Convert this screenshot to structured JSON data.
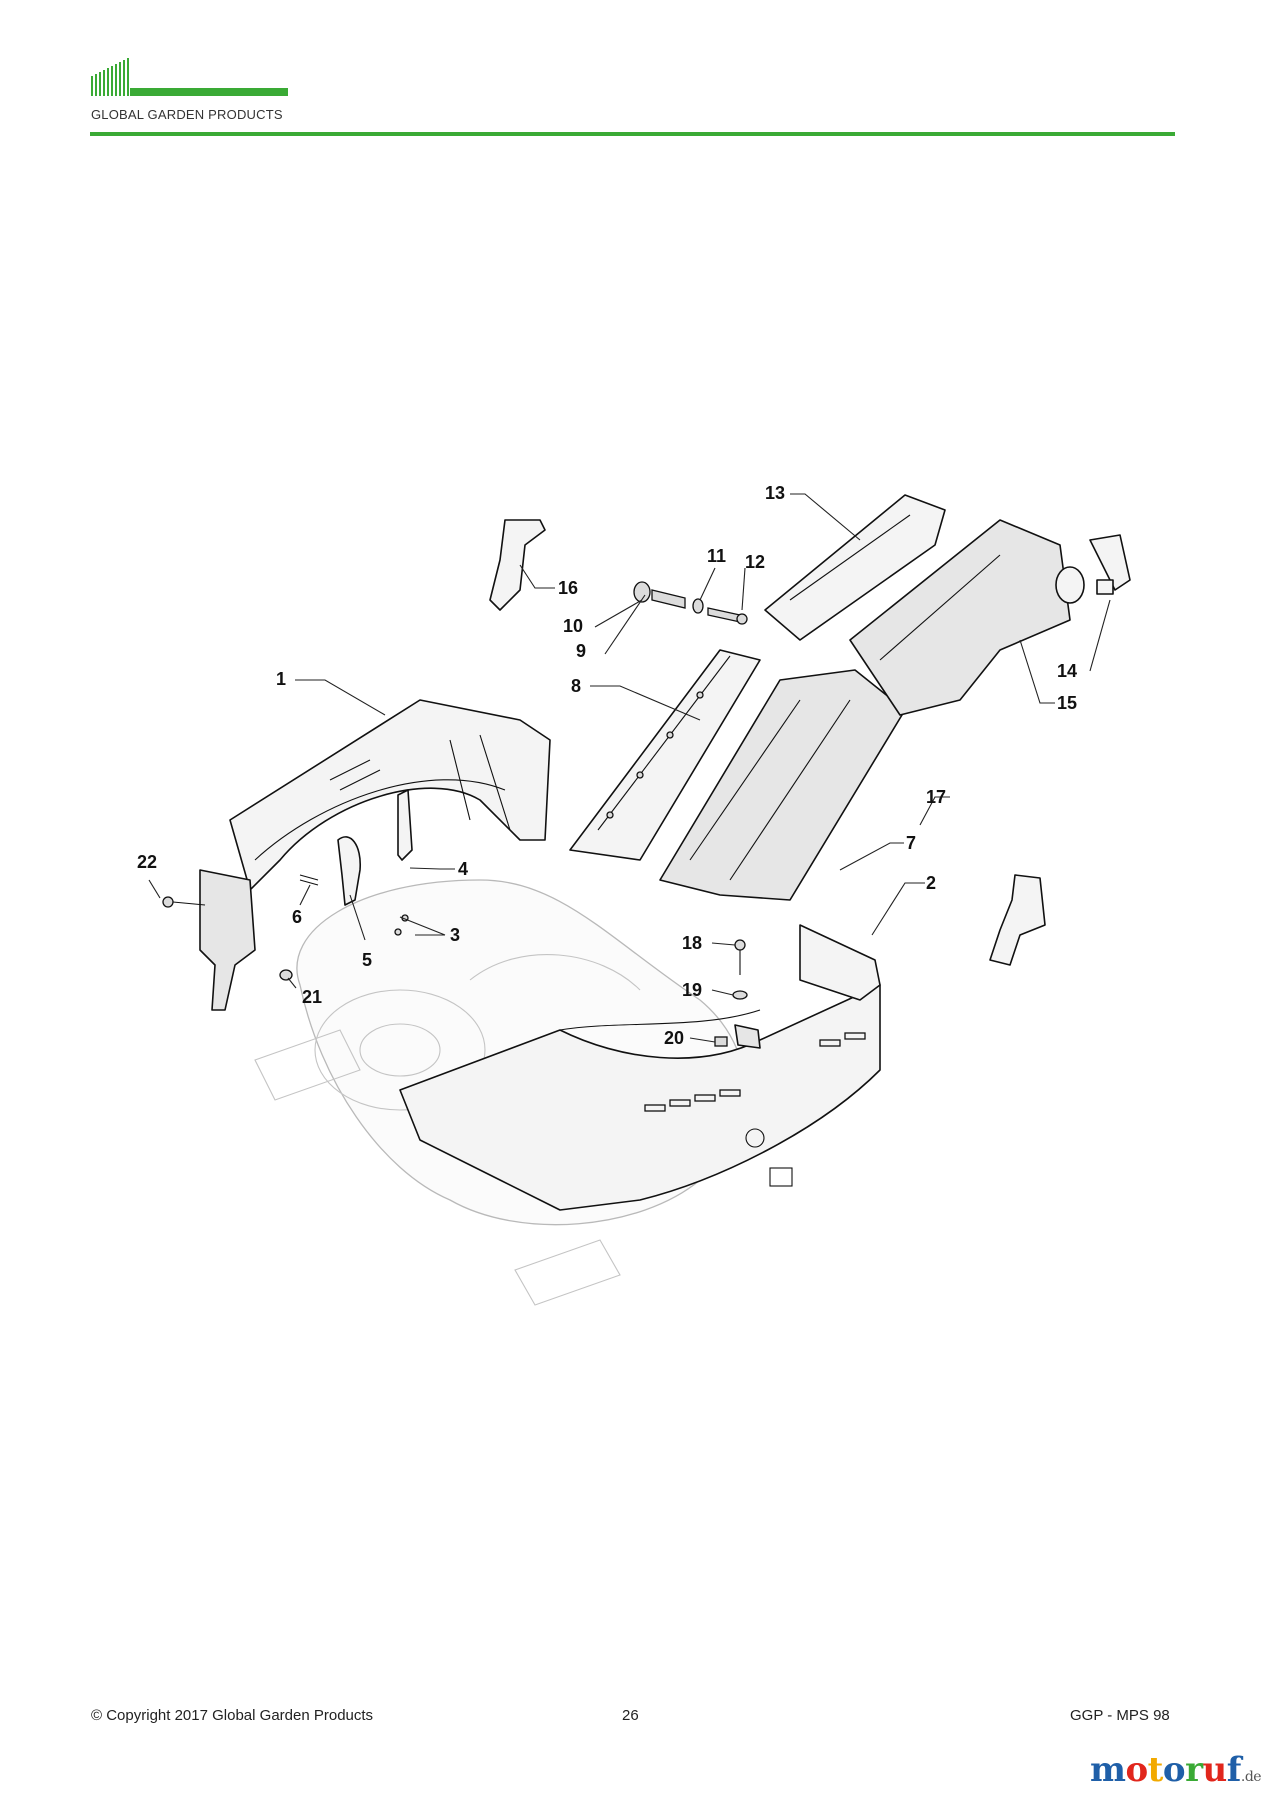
{
  "header": {
    "brand": "GLOBAL GARDEN PRODUCTS",
    "brand_color": "#3aaa35"
  },
  "diagram": {
    "callouts": [
      "1",
      "2",
      "3",
      "4",
      "5",
      "6",
      "7",
      "8",
      "9",
      "10",
      "11",
      "12",
      "13",
      "14",
      "15",
      "16",
      "17",
      "18",
      "19",
      "20",
      "21",
      "22"
    ]
  },
  "footer": {
    "copyright": "© Copyright 2017 Global Garden Products",
    "page_number": "26",
    "doc_code": "GGP - MPS 98"
  },
  "watermark": {
    "letters": [
      "m",
      "o",
      "t",
      "o",
      "r",
      "u",
      "f"
    ],
    "colors": [
      "#1f5fa8",
      "#e1261c",
      "#f2a900",
      "#1f5fa8",
      "#3aaa35",
      "#e1261c",
      "#1f5fa8"
    ],
    "tld": ".de"
  }
}
